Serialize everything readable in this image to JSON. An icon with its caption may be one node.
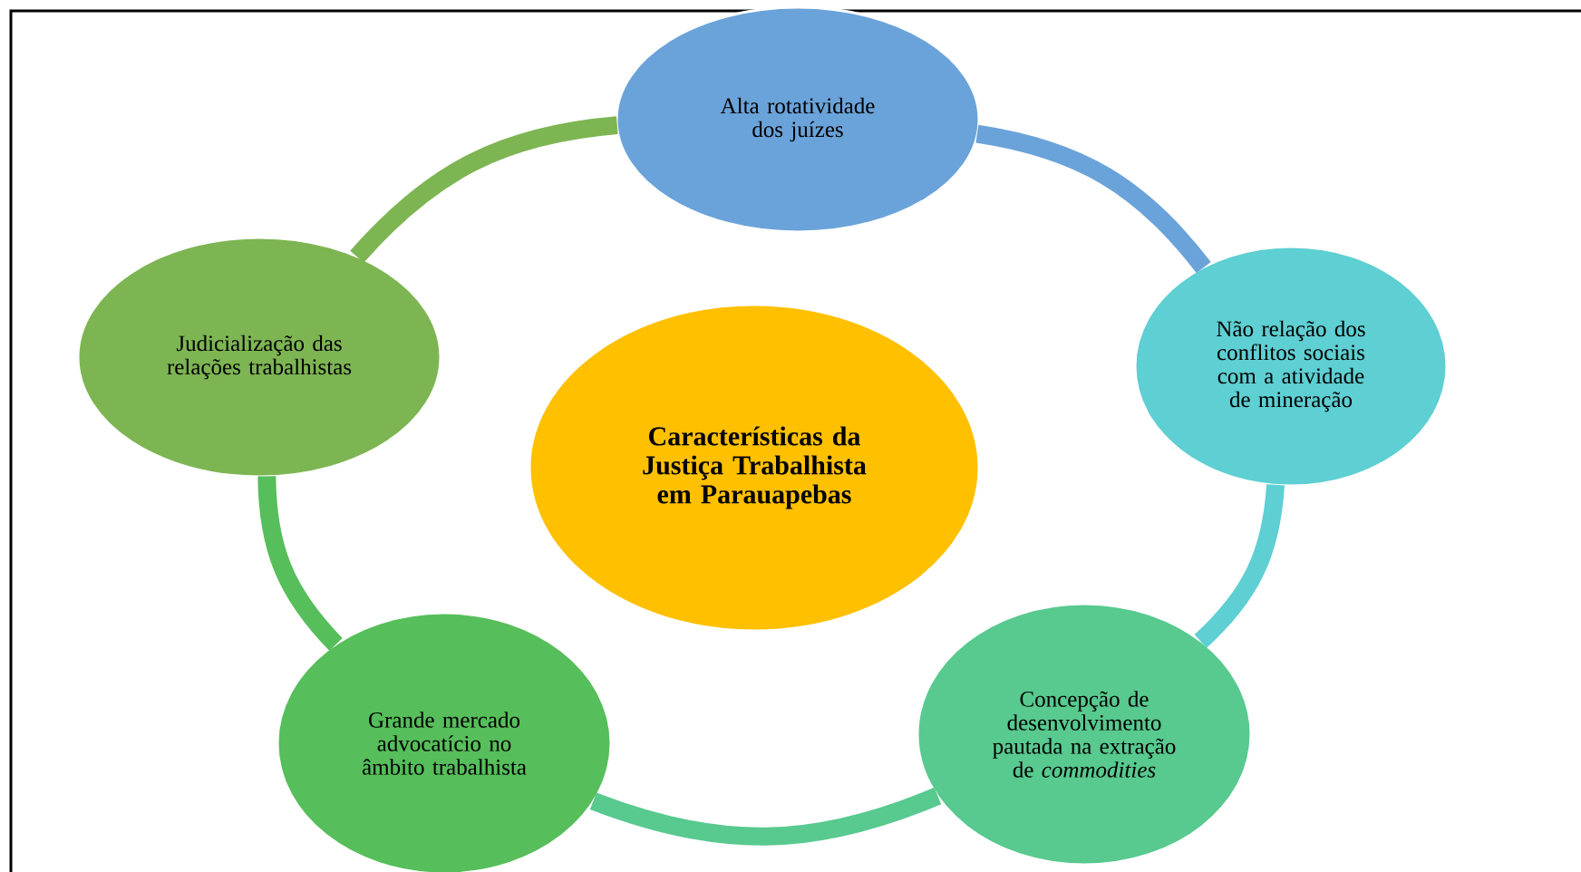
{
  "diagram": {
    "nodes": [
      {
        "text": [
          "Características da Justiça Trabalhista em Parauapebas"
        ]
      },
      {
        "text": [
          "Alta rotatividade dos juízes"
        ]
      },
      {
        "text": [
          "Não relação dos conflitos sociais com a atividade de mineração"
        ]
      },
      {
        "text": [
          "Concepção de desenvolvimento pautada na extração de *commodities*"
        ]
      },
      {
        "text": [
          "Grande mercado advocatício no âmbito trabalhista"
        ]
      },
      {
        "text": [
          "Judicialização das relações trabalhistas"
        ]
      }
    ],
    "edges": [
      {
        "from": 1,
        "to": 2,
        "arrow": "none",
        "color": "#6aa3d9"
      },
      {
        "from": 2,
        "to": 3,
        "arrow": "none",
        "color": "#5ecfd2"
      },
      {
        "from": 3,
        "to": 4,
        "arrow": "none",
        "color": "#58c98f"
      },
      {
        "from": 4,
        "to": 5,
        "arrow": "none",
        "color": "#56be5a"
      },
      {
        "from": 5,
        "to": 1,
        "arrow": "none",
        "color": "#7db553"
      }
    ]
  }
}
